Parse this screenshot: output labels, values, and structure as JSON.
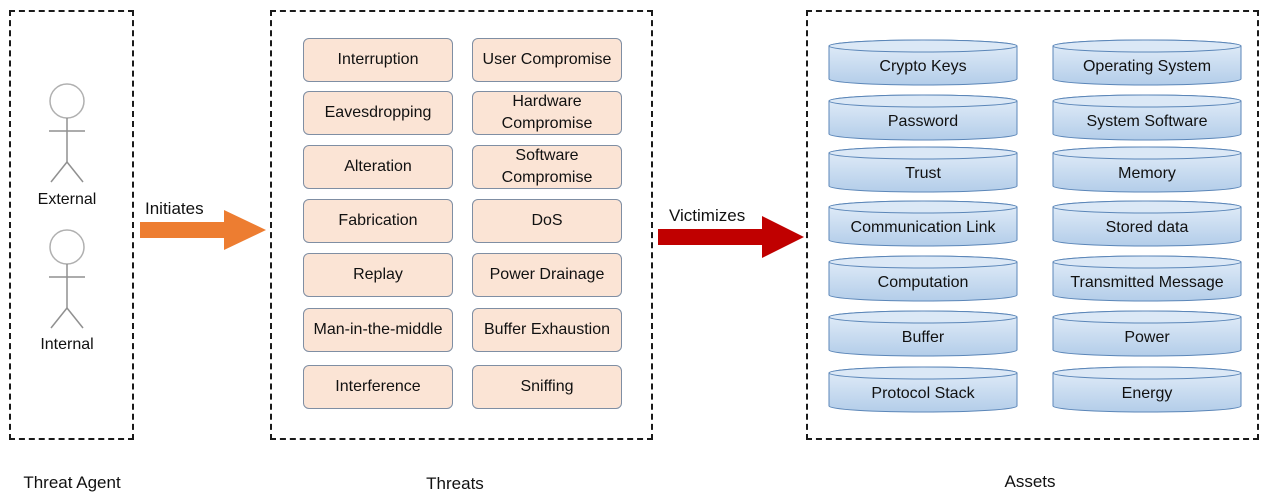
{
  "threat_agent": {
    "caption": "Threat Agent",
    "actors": [
      "External",
      "Internal"
    ]
  },
  "initiates_label": "Initiates",
  "threats": {
    "caption": "Threats",
    "items": [
      "Interruption",
      "User Compromise",
      "Eavesdropping",
      "Hardware Compromise",
      "Alteration",
      "Software Compromise",
      "Fabrication",
      "DoS",
      "Replay",
      "Power Drainage",
      "Man-in-the-middle",
      "Buffer Exhaustion",
      "Interference",
      "Sniffing"
    ]
  },
  "victimizes_label": "Victimizes",
  "assets": {
    "caption": "Assets",
    "items": [
      "Crypto Keys",
      "Operating System",
      "Password",
      "System Software",
      "Trust",
      "Memory",
      "Communication Link",
      "Stored data",
      "Computation",
      "Transmitted Message",
      "Buffer",
      "Power",
      "Protocol Stack",
      "Energy"
    ]
  },
  "colors": {
    "threat_fill": "#fbe4d5",
    "asset_fill_top": "#e4eef9",
    "asset_fill_bottom": "#b3cde9",
    "initiates_arrow": "#ed7d31",
    "victimizes_arrow": "#c00000"
  }
}
